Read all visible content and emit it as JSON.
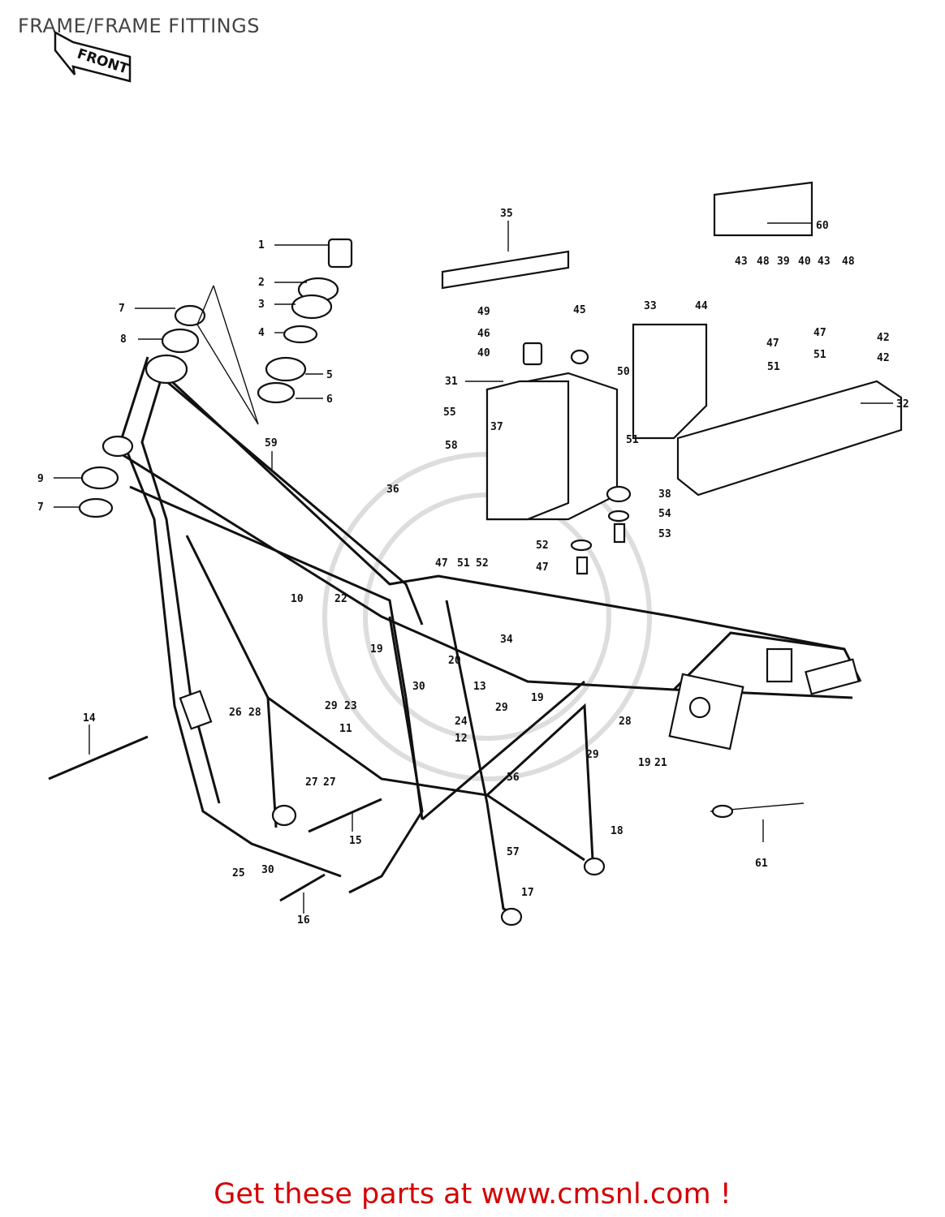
{
  "page": {
    "title": "FRAME/FRAME FITTINGS",
    "front_badge": "FRONT",
    "cta": "Get these parts at www.cmsnl.com !"
  },
  "callouts": [
    "1",
    "2",
    "3",
    "4",
    "5",
    "6",
    "7",
    "8",
    "9",
    "7",
    "10",
    "11",
    "12",
    "13",
    "14",
    "15",
    "16",
    "17",
    "18",
    "19",
    "20",
    "21",
    "22",
    "23",
    "24",
    "25",
    "26",
    "27",
    "28",
    "29",
    "30",
    "31",
    "32",
    "33",
    "34",
    "35",
    "36",
    "37",
    "38",
    "39",
    "40",
    "42",
    "43",
    "44",
    "45",
    "46",
    "47",
    "48",
    "49",
    "50",
    "51",
    "52",
    "53",
    "54",
    "55",
    "56",
    "57",
    "58",
    "59",
    "60",
    "61"
  ],
  "labels": {
    "l1": "1",
    "l2": "2",
    "l3": "3",
    "l4": "4",
    "l5": "5",
    "l6": "6",
    "l7a": "7",
    "l8": "8",
    "l9": "9",
    "l7b": "7",
    "l10": "10",
    "l11": "11",
    "l12": "12",
    "l13": "13",
    "l14": "14",
    "l15": "15",
    "l16": "16",
    "l17": "17",
    "l18": "18",
    "l19a": "19",
    "l19b": "19",
    "l19c": "19",
    "l20": "20",
    "l21": "21",
    "l22": "22",
    "l23": "23",
    "l24": "24",
    "l25": "25",
    "l26": "26",
    "l27a": "27",
    "l27b": "27",
    "l28a": "28",
    "l28b": "28",
    "l29a": "29",
    "l29b": "29",
    "l29c": "29",
    "l30a": "30",
    "l30b": "30",
    "l31": "31",
    "l32": "32",
    "l33": "33",
    "l34": "34",
    "l35": "35",
    "l36": "36",
    "l37": "37",
    "l38": "38",
    "l39": "39",
    "l40a": "40",
    "l40b": "40",
    "l42a": "42",
    "l42b": "42",
    "l43a": "43",
    "l43b": "43",
    "l44": "44",
    "l45": "45",
    "l46": "46",
    "l47a": "47",
    "l47b": "47",
    "l47c": "47",
    "l47d": "47",
    "l48a": "48",
    "l48b": "48",
    "l49": "49",
    "l50": "50",
    "l51a": "51",
    "l51b": "51",
    "l51c": "51",
    "l51d": "51",
    "l52a": "52",
    "l52b": "52",
    "l53": "53",
    "l54": "54",
    "l55": "55",
    "l56": "56",
    "l57": "57",
    "l58": "58",
    "l59": "59",
    "l60": "60",
    "l61": "61"
  }
}
